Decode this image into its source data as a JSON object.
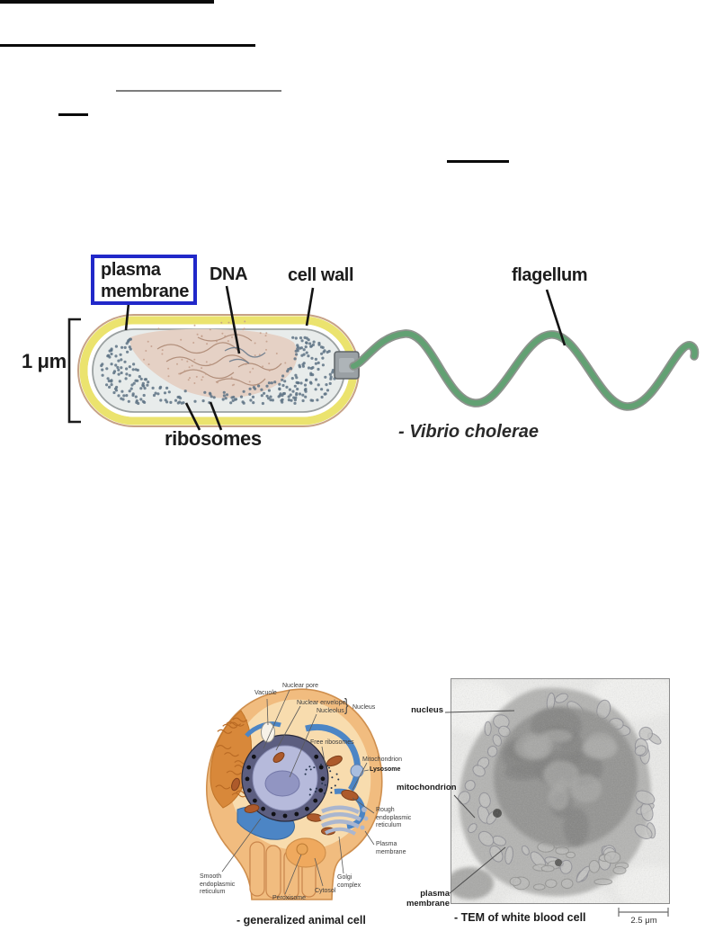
{
  "prokaryote_figure": {
    "labels": {
      "plasma_membrane": "plasma membrane",
      "dna": "DNA",
      "cell_wall": "cell wall",
      "flagellum": "flagellum",
      "scale": "1 μm",
      "ribosomes": "ribosomes",
      "species": "- Vibrio cholerae"
    },
    "colors": {
      "highlight_box_blue": "#2128c9",
      "cell_wall_yellow": "#ebe36e",
      "cytoplasm_gray": "#e8eceb",
      "nucleoid_tan": "#e5d1c5",
      "flagellum_green": "#62a173"
    }
  },
  "animal_cell_figure": {
    "labels": {
      "vacuole": "Vacuole",
      "nuclear_pore": "Nuclear pore",
      "nuclear_envelope": "Nuclear envelope",
      "nucleolus": "Nucleolus",
      "nucleus": "Nucleus",
      "nucleus_brace": "}",
      "free_ribosomes": "Free ribosomes",
      "mitochondrion": "Mitochondrion",
      "lysosome": "Lysosome",
      "rough_er": "Rough endoplasmic reticulum",
      "plasma_membrane": "Plasma membrane",
      "smooth_er": "Smooth endoplasmic reticulum",
      "peroxisome": "Peroxisome",
      "cytosol": "Cytosol",
      "golgi": "Golgi complex"
    },
    "caption": "- generalized animal cell"
  },
  "tem_figure": {
    "labels": {
      "nucleus": "nucleus",
      "mitochondrion": "mitochondrion",
      "plasma_membrane": "plasma membrane"
    },
    "caption": "- TEM of white blood cell",
    "scale_bar_value": "2.5 μm"
  }
}
